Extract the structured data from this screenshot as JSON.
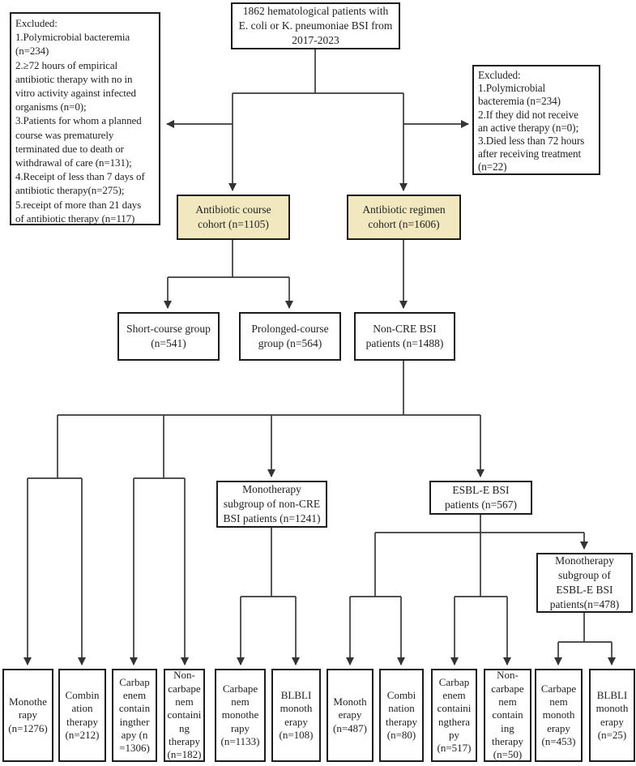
{
  "diagram": {
    "nodes": {
      "total": "1862 hematological patients with\nE. coli or K. pneumoniae BSI from\n2017-2023",
      "excluded_left": "Excluded:\n1.Polymicrobial bacteremia\n(n=234)\n2.≥72 hours of empirical\nantibiotic therapy with no in\nvitro activity against infected\norganisms (n=0);\n3.Patients for whom a planned\ncourse was prematurely\nterminated due to death or\nwithdrawal of care (n=131);\n4.Receipt of less than 7 days of\nantibiotic therapy(n=275);\n5.receipt of more than 21 days\nof antibiotic therapy (n=117)",
      "excluded_right": "Excluded:\n1.Polymicrobial\nbacteremia (n=234)\n2.If they did not receive\nan active therapy (n=0);\n3.Died less than 72 hours\nafter receiving treatment\n(n=22)",
      "course_cohort": "Antibiotic course\ncohort (n=1105)",
      "regimen_cohort": "Antibiotic regimen\ncohort (n=1606)",
      "short_course": "Short-course group\n(n=541)",
      "prolonged_course": "Prolonged-course\ngroup (n=564)",
      "non_cre": "Non-CRE BSI\npatients (n=1488)",
      "mono_non_cre": "Monotherapy\nsubgroup of non-CRE\nBSI patients (n=1241)",
      "esbl": "ESBL-E BSI\npatients (n=567)",
      "mono_esbl": "Monotherapy\nsubgroup of\nESBL-E BSI\npatients(n=478)"
    },
    "leaves": [
      "Monothe\nrapy\n(n=1276)",
      "Combin\nation\ntherapy\n(n=212)",
      "Carbap\nenem\ncontain\ningther\napy (n\n=1306)",
      "Non-\ncarbape\nnem\ncontaini\nng\ntherapy\n(n=182)",
      "Carbape\nnem\nmonothe\nrapy\n(n=1133)",
      "BLBLI\nmonoth\nerapy\n(n=108)",
      "Monoth\nerapy\n(n=487)",
      "Combi\nnation\ntherapy\n(n=80)",
      "Carbap\nenem\ncontaini\nngthera\npy\n(n=517)",
      "Non-\ncarbape\nnem\ncontain\ning\ntherapy\n(n=50)",
      "Carbape\nnem\nmonoth\nerapy\n(n=453)",
      "BLBLI\nmonoth\nerapy\n(n=25)"
    ],
    "colors": {
      "highlight_fill": "#f2e8c0",
      "box_border": "#1c1c1c",
      "connector": "#3a3a3a",
      "text": "#222222",
      "background": "#ffffff"
    }
  }
}
